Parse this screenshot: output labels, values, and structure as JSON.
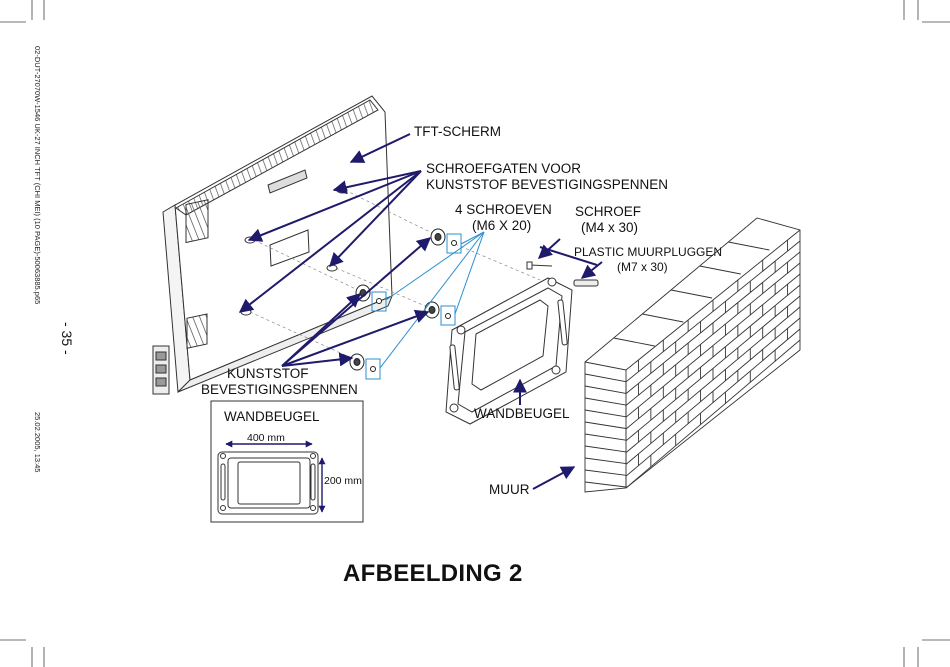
{
  "side_text": {
    "top": "02-DUT-27070W-1546 UK-27 INCH TFT (CHI MEI) (10 PAGE)-50063885.p65",
    "page_number": "- 35 -",
    "bottom": "25.02.2005, 13:45"
  },
  "labels": {
    "tft_scherm": "TFT-SCHERM",
    "schroefgaten_line1": "SCHROEFGATEN VOOR",
    "schroefgaten_line2": "KUNSTSTOF BEVESTIGINGSPENNEN",
    "schroeven_line1": "4 SCHROEVEN",
    "schroeven_line2": "(M6 X 20)",
    "schroef_line1": "SCHROEF",
    "schroef_line2": "(M4 x 30)",
    "pluggen_line1": "PLASTIC MUURPLUGGEN",
    "pluggen_line2": "(M7 x 30)",
    "kunststof_line1": "KUNSTSTOF",
    "kunststof_line2": "BEVESTIGINGSPENNEN",
    "wandbeugel": "WANDBEUGEL",
    "muur": "MUUR"
  },
  "inset": {
    "title": "WANDBEUGEL",
    "width_label": "400 mm",
    "height_label": "200 mm"
  },
  "figure_title": "AFBEELDING 2",
  "colors": {
    "arrow": "#1f1a6b",
    "leader_blue": "#2a8fd0",
    "line": "#333333"
  }
}
